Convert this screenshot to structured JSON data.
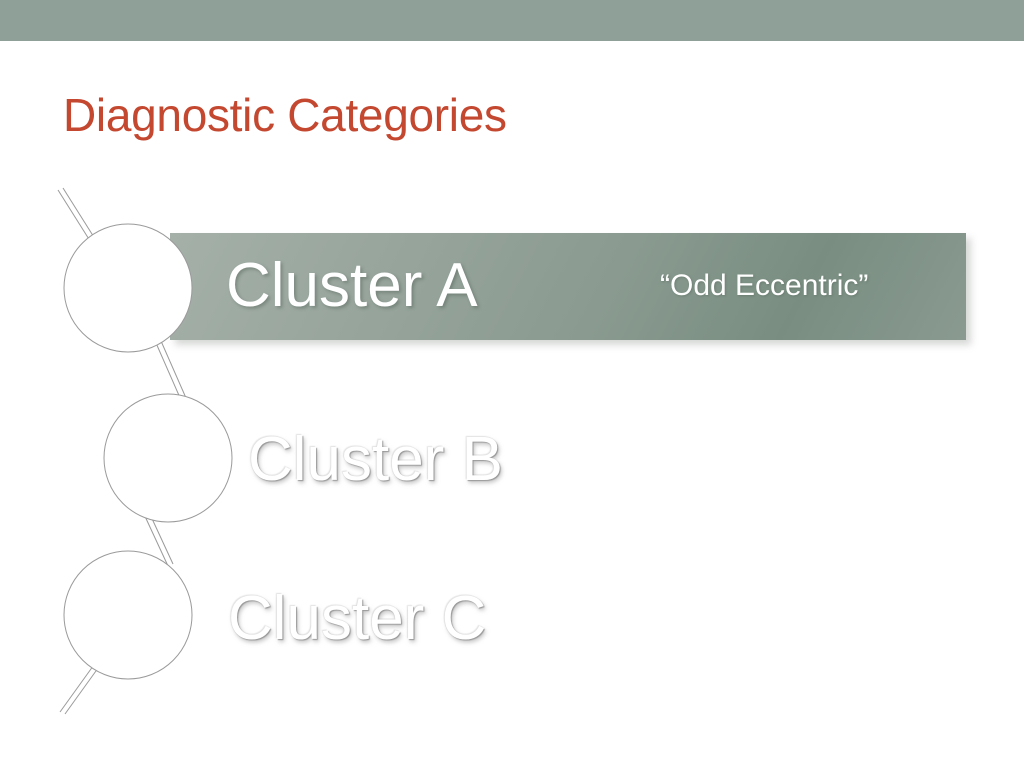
{
  "slide": {
    "title": "Diagnostic Categories",
    "background_color": "#ffffff",
    "banner_color": "#8fa099",
    "title_color": "#c4472f"
  },
  "diagram": {
    "type": "linked-circles-list",
    "highlight_color_start": "#a4b0a8",
    "highlight_color_end": "#798e81",
    "node_outline_color": "#9a9a9a",
    "node_fill_color": "#ffffff",
    "items": [
      {
        "id": "cluster-a",
        "label": "Cluster A",
        "sublabel": "“Odd Eccentric”",
        "highlighted": true
      },
      {
        "id": "cluster-b",
        "label": "Cluster B",
        "sublabel": "",
        "highlighted": false
      },
      {
        "id": "cluster-c",
        "label": "Cluster C",
        "sublabel": "",
        "highlighted": false
      }
    ]
  }
}
